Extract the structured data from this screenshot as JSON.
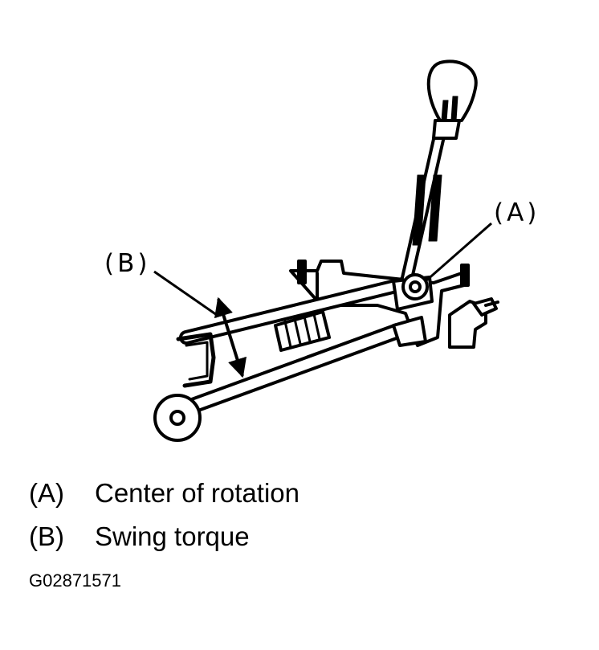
{
  "callouts": {
    "a": "(A)",
    "b": "(B)"
  },
  "legend": [
    {
      "key": "(A)",
      "text": "Center of rotation"
    },
    {
      "key": "(B)",
      "text": "Swing torque"
    }
  ],
  "figure_id": "G02871571",
  "icons": {
    "gear_shift_assembly": "gear-shift-linkage-drawing",
    "swing_arrow": "double-headed-arrow",
    "pivot": "pivot-circle"
  },
  "colors": {
    "ink": "#000000",
    "paper": "#ffffff"
  }
}
